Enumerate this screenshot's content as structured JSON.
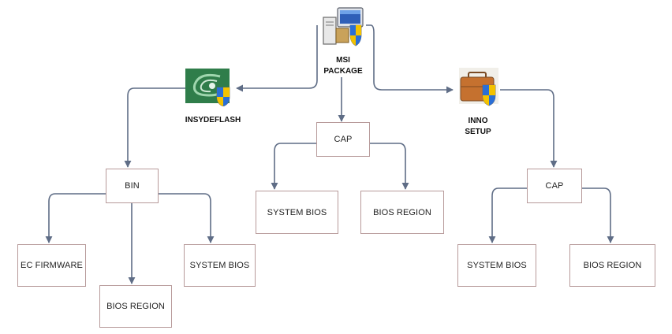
{
  "nodes": {
    "msi": {
      "line1": "MSI",
      "line2": "PACKAGE"
    },
    "insyde": {
      "label": "INSYDEFLASH"
    },
    "inno": {
      "line1": "INNO",
      "line2": "SETUP"
    },
    "cap_center": {
      "label": "CAP"
    },
    "cap_right": {
      "label": "CAP"
    },
    "bin": {
      "label": "BIN"
    },
    "system_bios_center": {
      "label": "SYSTEM BIOS"
    },
    "bios_region_center": {
      "label": "BIOS REGION"
    },
    "ec_firmware": {
      "label": "EC FIRMWARE"
    },
    "system_bios_left": {
      "label": "SYSTEM BIOS"
    },
    "bios_region_left": {
      "label": "BIOS REGION"
    },
    "system_bios_right": {
      "label": "SYSTEM BIOS"
    },
    "bios_region_right": {
      "label": "BIOS REGION"
    }
  },
  "icons": {
    "msi": "msi-package-icon",
    "insyde": "insydeflash-icon",
    "inno": "inno-setup-icon"
  },
  "colors": {
    "connector": "#5f6d86",
    "box_border": "#b79a9a"
  }
}
